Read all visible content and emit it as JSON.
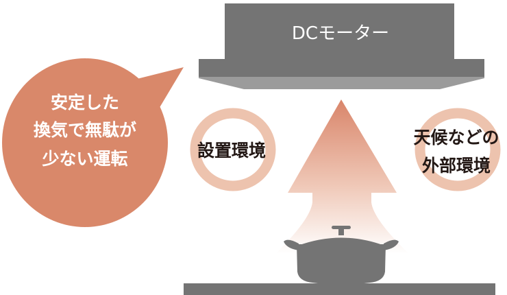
{
  "hood": {
    "label": "DCモーター"
  },
  "bubble": {
    "lines": [
      "安定した",
      "換気で無駄が",
      "少ない運転"
    ]
  },
  "left_ring": {
    "label": "設置環境"
  },
  "right_ring": {
    "lines": [
      "天候などの",
      "外部環境"
    ]
  },
  "colors": {
    "gray": "#747474",
    "gray_light": "#9b9b9b",
    "accent": "#d9886a",
    "ring": "#edc3ae",
    "text_dark": "#231815"
  }
}
